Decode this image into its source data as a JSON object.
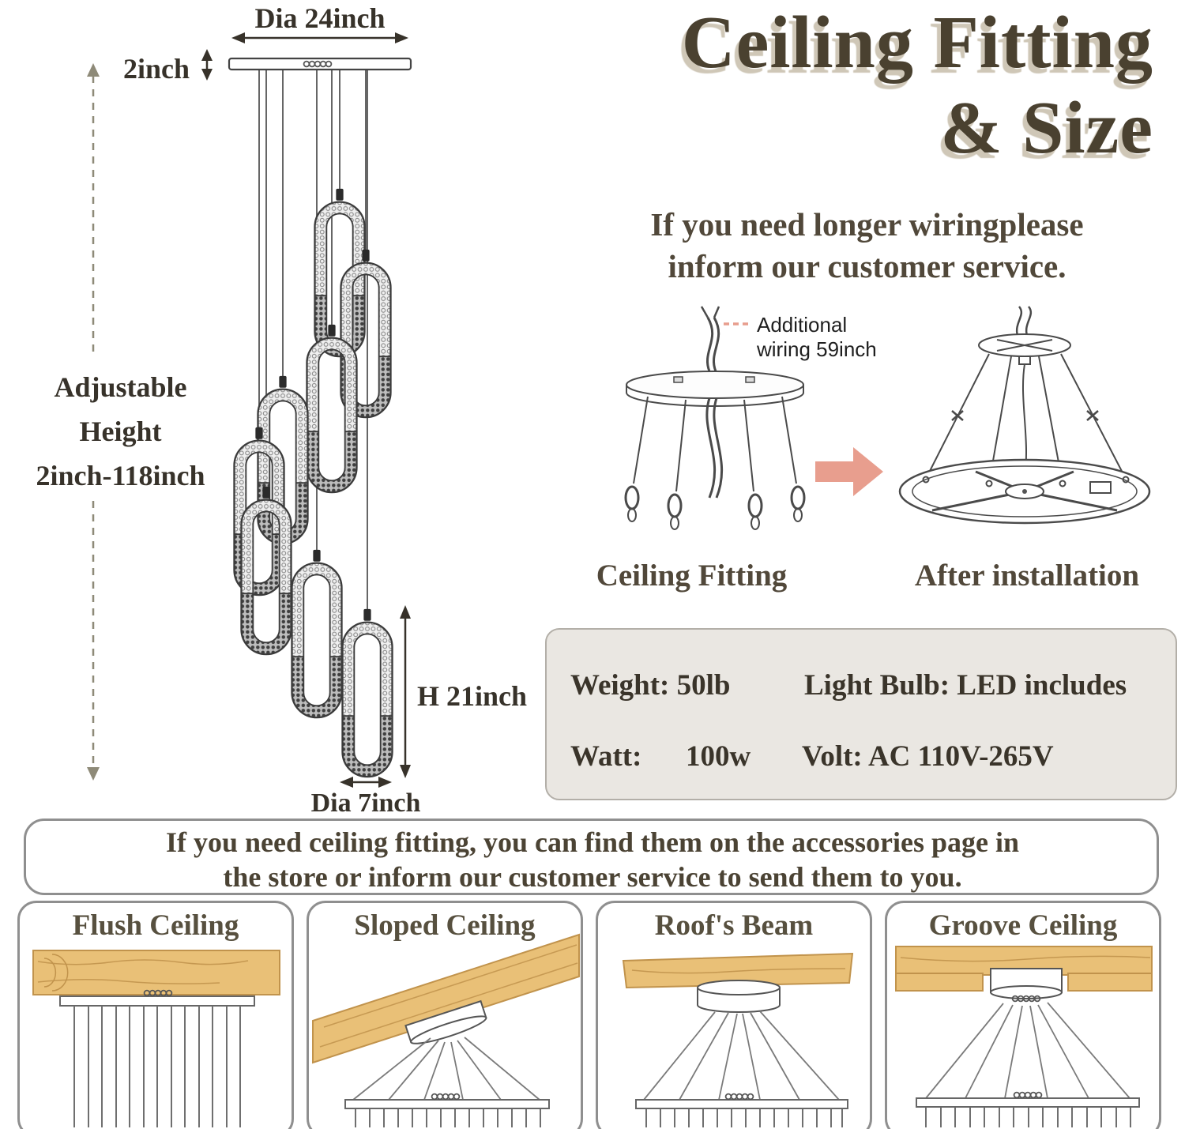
{
  "dimensions": {
    "top_diameter": "Dia 24inch",
    "canopy_height": "2inch",
    "adjustable_line1": "Adjustable",
    "adjustable_line2": "Height",
    "adjustable_line3": "2inch-118inch",
    "pendant_height": "H 21inch",
    "pendant_diameter": "Dia 7inch"
  },
  "header": {
    "title_line1": "Ceiling Fitting",
    "title_line2": "& Size",
    "subtitle_line1": "If you need longer wiringplease",
    "subtitle_line2": "inform our customer service."
  },
  "fitting": {
    "annotation_line1": "Additional",
    "annotation_line2": "wiring 59inch",
    "left_caption": "Ceiling Fitting",
    "right_caption": "After installation"
  },
  "specs": {
    "weight": "Weight: 50lb",
    "bulb": "Light Bulb: LED includes",
    "watt_label": "Watt:",
    "watt_value": "100w",
    "volt": "Volt: AC 110V-265V"
  },
  "accessories_note": {
    "line1": "If you need ceiling fitting, you can find them on the accessories page in",
    "line2": "the store or inform our customer service to send them to you."
  },
  "ceiling_types": [
    {
      "label": "Flush Ceiling"
    },
    {
      "label": "Sloped Ceiling"
    },
    {
      "label": "Roof's Beam"
    },
    {
      "label": "Groove Ceiling"
    }
  ],
  "colors": {
    "accent_arrow": "#E89E8E",
    "wood": "#E9C077",
    "title_text": "#4A4130",
    "body_text": "#51483A",
    "spec_box_bg": "#EAE7E2"
  }
}
